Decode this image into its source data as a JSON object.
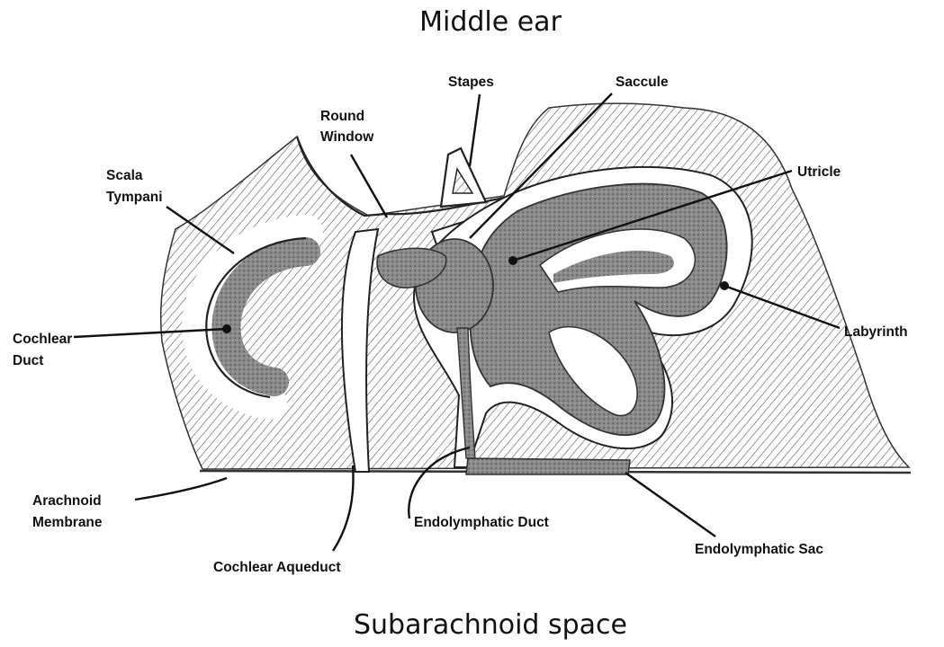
{
  "title_top": "Middle ear",
  "title_bottom": "Subarachnoid space",
  "labels": {
    "stapes": "Stapes",
    "saccule": "Saccule",
    "round_window_1": "Round",
    "round_window_2": "Window",
    "scala_tympani_1": "Scala",
    "scala_tympani_2": "Tympani",
    "utricle": "Utricle",
    "cochlear_duct_1": "Cochlear",
    "cochlear_duct_2": "Duct",
    "labyrinth": "Labyrinth",
    "arachnoid_membrane_1": "Arachnoid",
    "arachnoid_membrane_2": "Membrane",
    "endolymphatic_duct": "Endolymphatic Duct",
    "endolymphatic_sac": "Endolymphatic Sac",
    "cochlear_aqueduct": "Cochlear Aqueduct"
  },
  "colors": {
    "bone_hatch": "#6e6e6e",
    "membranous": "#8a8a8a",
    "line": "#111111"
  }
}
